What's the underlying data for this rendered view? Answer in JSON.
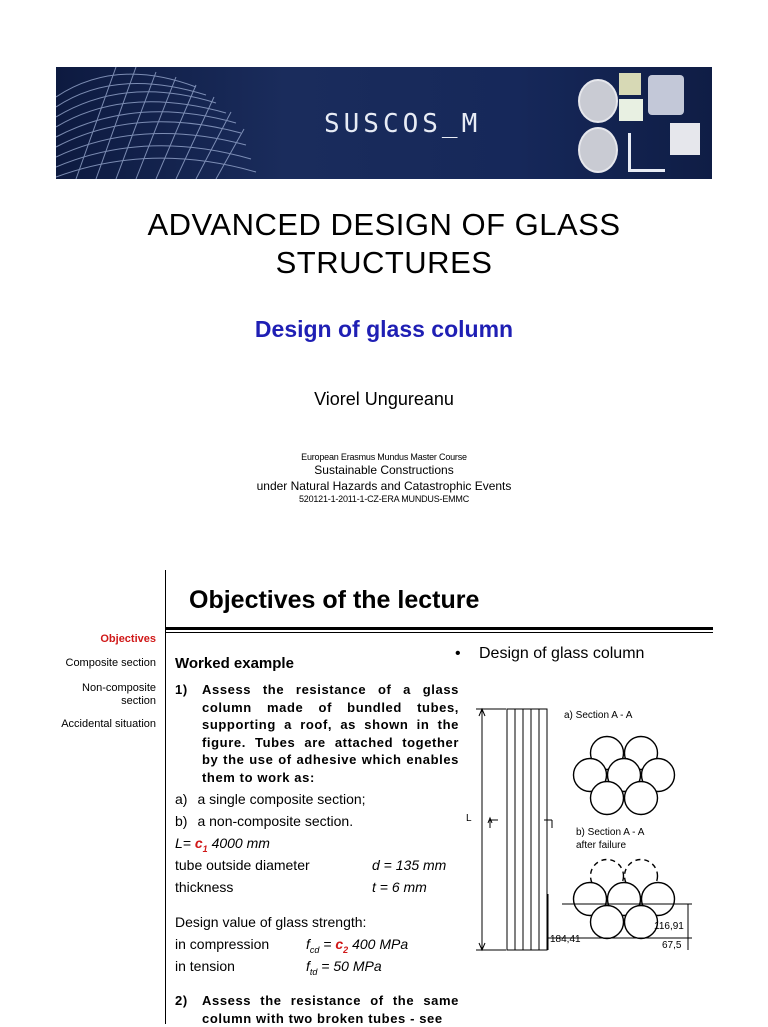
{
  "banner": {
    "brand": "SUSCOS_M"
  },
  "title": {
    "line1": "ADVANCED DESIGN OF GLASS",
    "line2": "STRUCTURES",
    "subtitle": "Design of glass column",
    "author": "Viorel Ungureanu"
  },
  "course": {
    "program": "European Erasmus Mundus Master Course",
    "name1": "Sustainable Constructions",
    "name2": "under Natural Hazards and Catastrophic Events",
    "code": "520121-1-2011-1-CZ-ERA MUNDUS-EMMC"
  },
  "slide": {
    "heading": "Objectives of the lecture",
    "sidebar": {
      "objectives": "Objectives",
      "composite": "Composite section",
      "noncomposite1": "Non-composite",
      "noncomposite2": "section",
      "accidental": "Accidental situation"
    },
    "bullet_heading": "Design of glass column",
    "bullet_symbol": "•",
    "worked_example": "Worked example",
    "task1_num": "1)",
    "task1": "Assess the resistance of a glass column made of bundled tubes, supporting a roof, as shown in the figure. Tubes are attached together by the use of adhesive which enables them to work as:",
    "opt_a_letter": "a)",
    "opt_a": "a single composite section;",
    "opt_b_letter": "b)",
    "opt_b": "a non-composite section.",
    "length_label": "L=",
    "length_coef": "c",
    "length_coef_sub": "1",
    "length_value": "4000 mm",
    "diam_label": "tube outside diameter",
    "diam_value": "d = 135 mm",
    "thick_label": "thickness",
    "thick_value": "t = 6 mm",
    "strength_heading": "Design value of glass strength:",
    "comp_label": "in compression",
    "comp_sym": "f",
    "comp_sub": "cd",
    "comp_eq": "=",
    "comp_coef": "c",
    "comp_coef_sub": "2",
    "comp_value": "400 MPa",
    "tens_label": "in tension",
    "tens_sym": "f",
    "tens_sub": "td",
    "tens_value": "= 50 MPa",
    "task2_num": "2)",
    "task2": "Assess the resistance of the same column with two broken tubes - see"
  },
  "figure": {
    "section_a": "a) Section A - A",
    "section_b1": "b) Section A - A",
    "section_b2": "after failure",
    "length_mark": "L",
    "dim_left": "184,41",
    "dim_right_top": "116,91",
    "dim_right_bottom": "67,5"
  }
}
